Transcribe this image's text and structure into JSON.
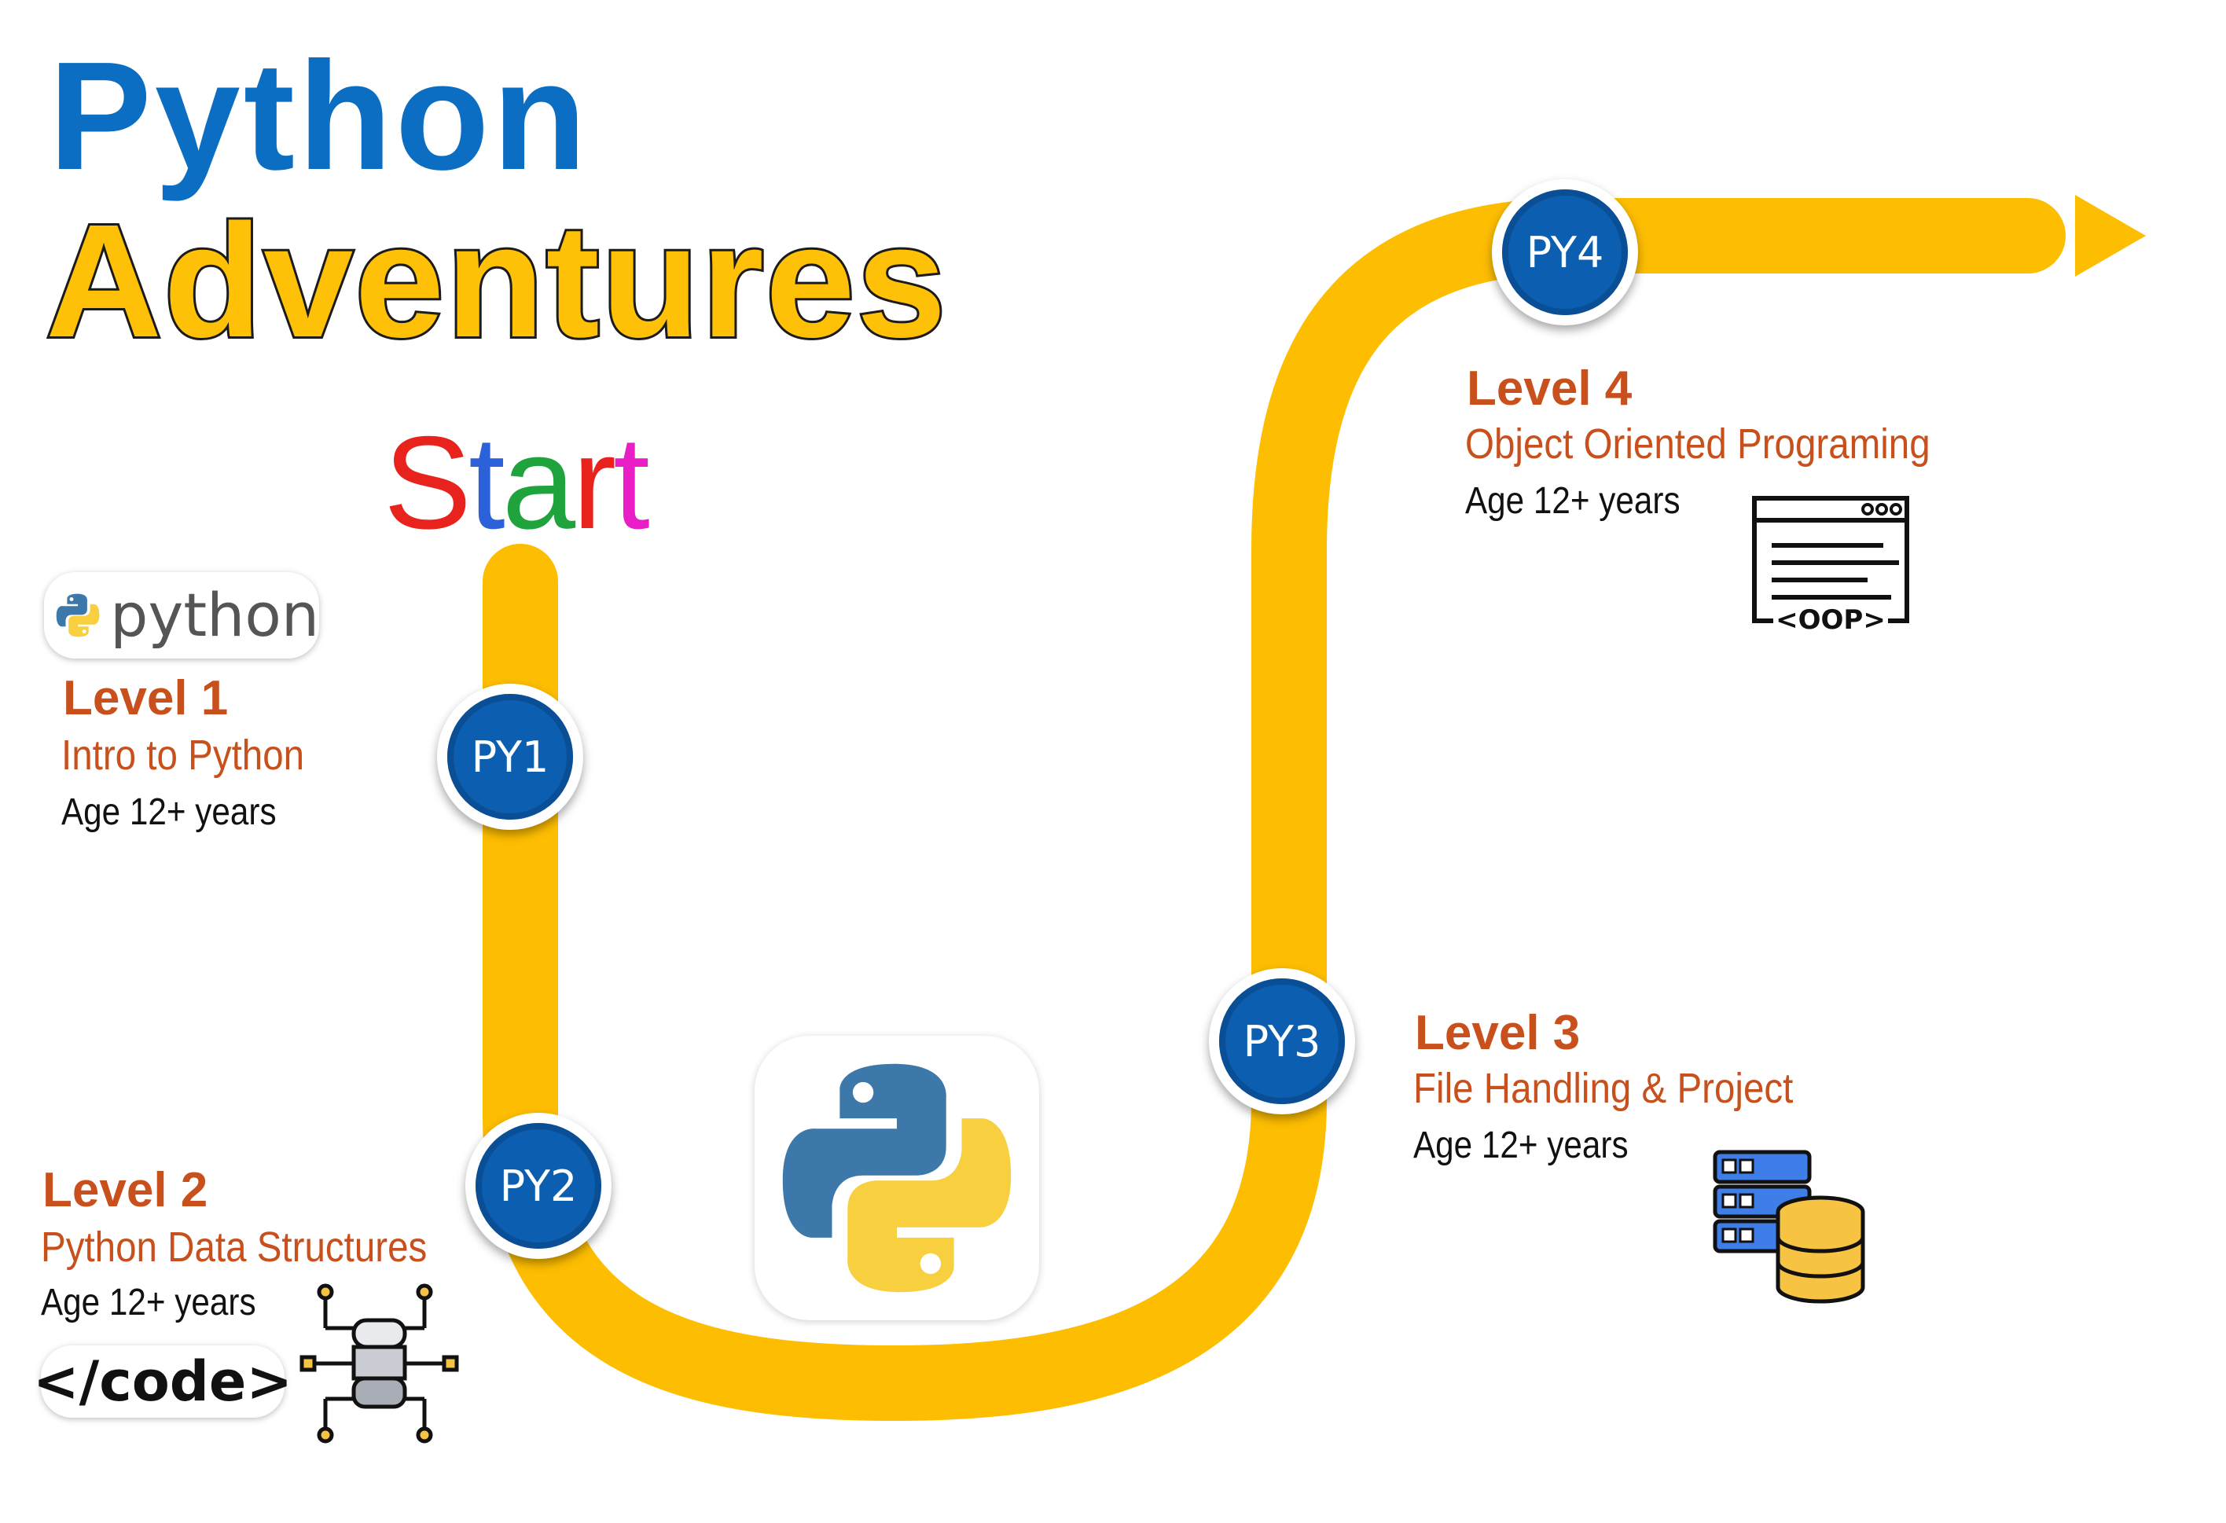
{
  "title": {
    "line1": "Python",
    "line2": "Adventures"
  },
  "start": {
    "letters": [
      "S",
      "t",
      "a",
      "r",
      "t"
    ],
    "colors": [
      "#e8221c",
      "#2b62d9",
      "#1fa33c",
      "#e8221c",
      "#e91ec6"
    ]
  },
  "python_logo": {
    "text": "python"
  },
  "levels": [
    {
      "badge": "PY1",
      "heading": "Level 1",
      "subtitle": "Intro to Python",
      "age": "Age 12+ years"
    },
    {
      "badge": "PY2",
      "heading": "Level 2",
      "subtitle": "Python Data Structures",
      "age": "Age 12+ years"
    },
    {
      "badge": "PY3",
      "heading": "Level 3",
      "subtitle": "File Handling & Project",
      "age": "Age 12+ years"
    },
    {
      "badge": "PY4",
      "heading": "Level 4",
      "subtitle": "Object Oriented Programing",
      "age": "Age 12+ years"
    }
  ],
  "code_label": "</code>",
  "oop_label": "<OOP>",
  "colors": {
    "path": "#fdbd00",
    "blue": "#0b6ec2",
    "orange": "#c8501c",
    "badge": "#0c5fb0"
  }
}
